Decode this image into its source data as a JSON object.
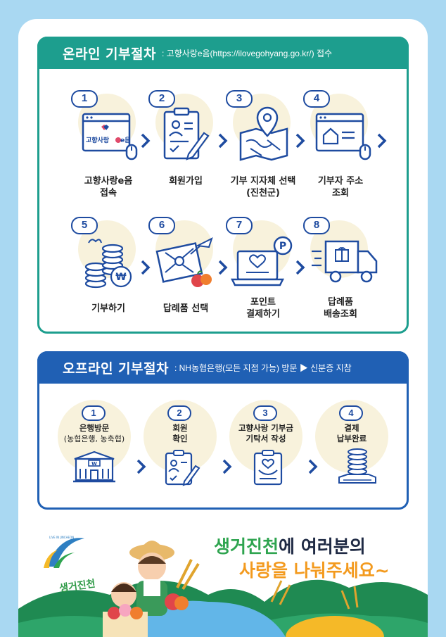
{
  "online": {
    "title": "온라인 기부절차",
    "subtitle": ": 고향사랑e음(https://ilovegohyang.go.kr/) 접수",
    "steps": [
      {
        "num": "1",
        "line1": "고향사랑e음",
        "line2": "접속",
        "icon": "browser-logo-icon",
        "logo_text": "고향사랑",
        "logo_suffix": "e음"
      },
      {
        "num": "2",
        "line1": "회원가입",
        "line2": "",
        "icon": "signup-form-icon"
      },
      {
        "num": "3",
        "line1": "기부 지자체 선택",
        "line2": "(진천군)",
        "icon": "map-pin-icon"
      },
      {
        "num": "4",
        "line1": "기부자 주소",
        "line2": "조회",
        "icon": "home-address-icon"
      },
      {
        "num": "5",
        "line1": "기부하기",
        "line2": "",
        "icon": "coins-won-icon"
      },
      {
        "num": "6",
        "line1": "답례품 선택",
        "line2": "",
        "icon": "gift-select-icon"
      },
      {
        "num": "7",
        "line1": "포인트",
        "line2": "결제하기",
        "icon": "laptop-point-icon"
      },
      {
        "num": "8",
        "line1": "답례품",
        "line2": "배송조회",
        "icon": "delivery-truck-icon"
      }
    ]
  },
  "offline": {
    "title": "오프라인 기부절차",
    "subtitle": ": NH농협은행(모든 지점 가능) 방문 ▶ 신분증 지참",
    "steps": [
      {
        "num": "1",
        "line1": "은행방문",
        "line2": "(농협은행, 농축협)",
        "icon": "bank-icon"
      },
      {
        "num": "2",
        "line1": "회원",
        "line2": "확인",
        "icon": "member-check-icon"
      },
      {
        "num": "3",
        "line1": "고향사랑 기부금",
        "line2": "기탁서 작성",
        "icon": "donation-form-icon"
      },
      {
        "num": "4",
        "line1": "결제",
        "line2": "납부완료",
        "icon": "payment-coins-icon"
      }
    ]
  },
  "slogan": {
    "part1": "생거진천",
    "part2": "에 여러분의",
    "part3": "사랑을 나눠주세요~"
  },
  "logo": {
    "text": "생거진천",
    "tagline": "LIVE IN JINCHEON"
  },
  "colors": {
    "online": "#1d9e8e",
    "offline": "#2060b4",
    "icon": "#1e4ba0",
    "background": "#a9d8f2",
    "slogan_green": "#2ea44f",
    "slogan_orange": "#f39a1e"
  }
}
